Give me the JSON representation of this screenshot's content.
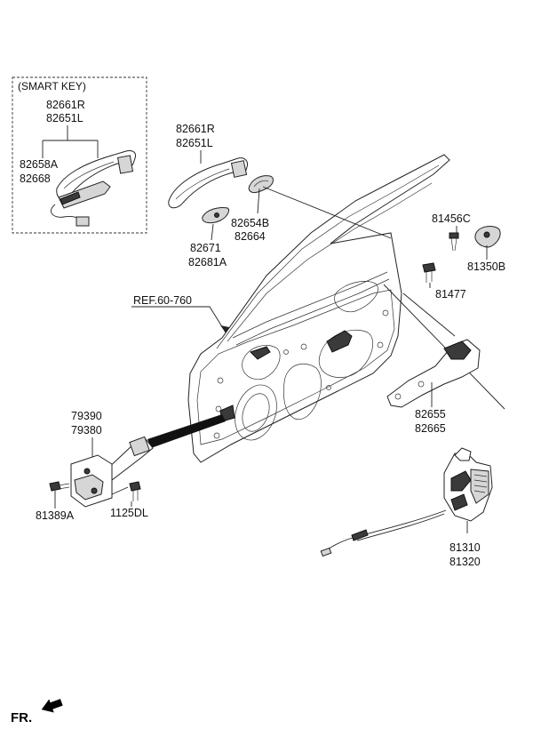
{
  "smart_key_box": {
    "title": "(SMART KEY)"
  },
  "labels": {
    "smart_handle_r": "82661R",
    "smart_handle_l": "82651L",
    "smart_base_a": "82658A",
    "smart_base_b": "82668",
    "handle_r": "82661R",
    "handle_l": "82651L",
    "cover_b": "82654B",
    "cover_b2": "82664",
    "cap_a": "82671",
    "cap_b": "82681A",
    "screw_c": "81456C",
    "striker_b": "81350B",
    "bolt_477": "81477",
    "ref": "REF.60-760",
    "checker_a": "79390",
    "checker_b": "79380",
    "bolt_389": "81389A",
    "bolt_125": "1125DL",
    "base_handle_a": "82655",
    "base_handle_b": "82665",
    "latch_a": "81310",
    "latch_b": "81320"
  },
  "fr_marker": "FR."
}
